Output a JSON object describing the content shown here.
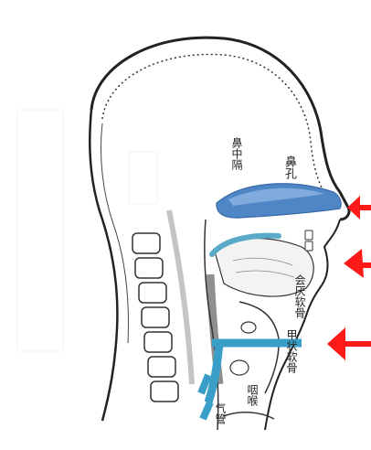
{
  "figure": {
    "labels": {
      "nasal_septum": "鼻中隔",
      "nostril": "鼻孔",
      "epiglottis": "会厌软骨",
      "thyroid_cartilage": "甲状软骨",
      "throat": "咽喉",
      "trachea": "气管"
    },
    "colors": {
      "nasal_cavity": "#4f86c6",
      "nasal_cavity_light": "#8db3e2",
      "oral_arc": "#5aa9c9",
      "airway": "#3a9fc8",
      "arrow": "#ff1a1a"
    }
  }
}
